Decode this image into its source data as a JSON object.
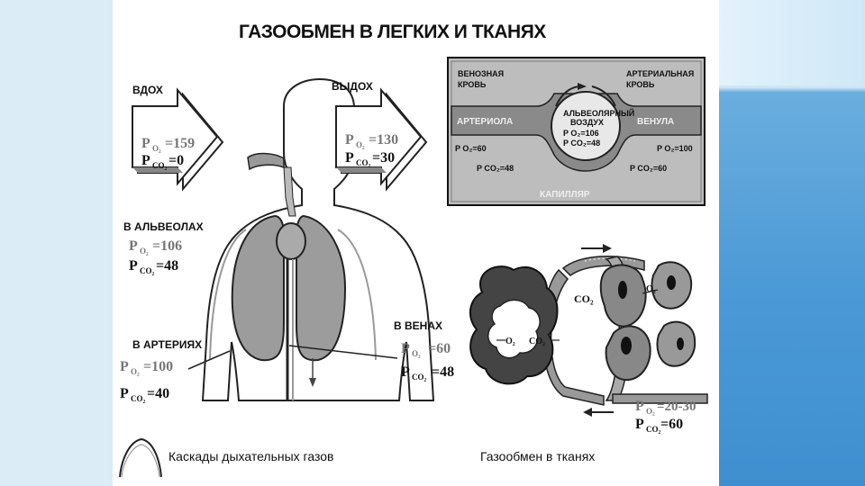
{
  "title": "ГАЗООБМЕН В ЛЕГКИХ И ТКАНЯХ",
  "inhale": {
    "label": "ВДОХ",
    "po2": "=159",
    "pco2": "=0"
  },
  "exhale": {
    "label": "ВЫДОХ",
    "po2": "=130",
    "pco2": "=30"
  },
  "alveoli": {
    "label": "В АЛЬВЕОЛАХ",
    "po2": "=106",
    "pco2": "=48"
  },
  "arteries": {
    "label": "В АРТЕРИЯХ",
    "po2": "=100",
    "pco2": "=40"
  },
  "veins": {
    "label": "В ВЕНАХ",
    "po2": "=60",
    "pco2": "=48"
  },
  "alveolus_inset": {
    "venous_blood_1": "ВЕНОЗНАЯ",
    "venous_blood_2": "КРОВЬ",
    "arterial_blood_1": "АРТЕРИАЛЬНАЯ",
    "arterial_blood_2": "КРОВЬ",
    "arteriole": "АРТЕРИОЛА",
    "venule": "ВЕНУЛА",
    "capillary": "КАПИЛЛЯР",
    "center_1": "АЛЬВЕОЛЯРНЫЙ",
    "center_2": "ВОЗДУХ",
    "center_po2": "P О₂=106",
    "center_pco2": "P CO₂=48",
    "left_po2": "P O₂=60",
    "left_pco2": "P CO₂=48",
    "right_po2": "P O₂=100",
    "right_pco2": "P CO₂=60"
  },
  "tissue": {
    "po2": "=20-30",
    "pco2": "=60",
    "o2_label": "O₂",
    "co2_label": "CO₂"
  },
  "lung_cells": {
    "o2_label": "O₂",
    "co2_label": "CO₂"
  },
  "symbols": {
    "p": "P",
    "o2_sub": "O₂",
    "co2_sub": "CO₂"
  },
  "caption_left": "Каскады дыхательных газов",
  "caption_right": "Газообмен в тканях"
}
